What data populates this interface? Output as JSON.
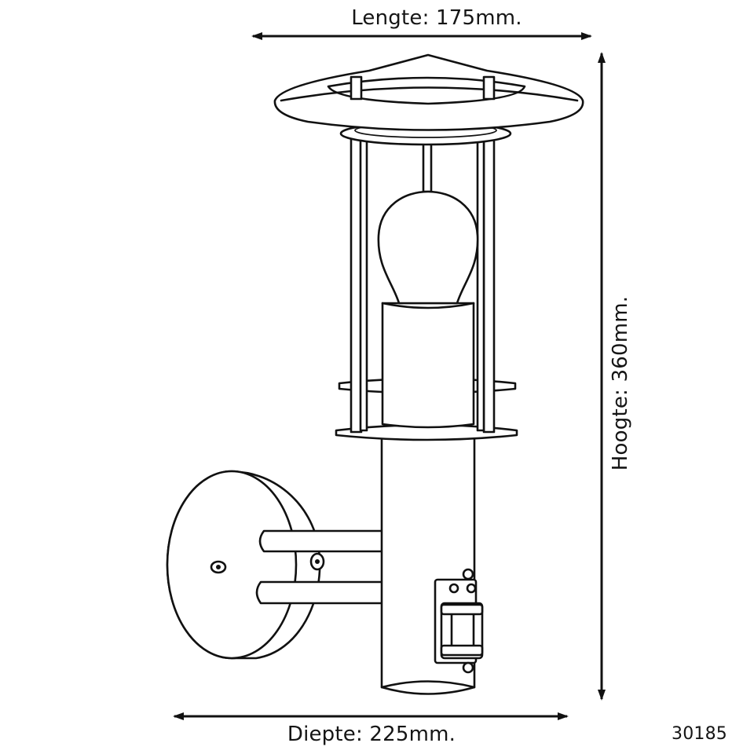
{
  "dimensions": {
    "length_label": "Lengte: 175mm.",
    "height_label": "Hoogte: 360mm.",
    "depth_label": "Diepte: 225mm."
  },
  "product_code": "30185"
}
